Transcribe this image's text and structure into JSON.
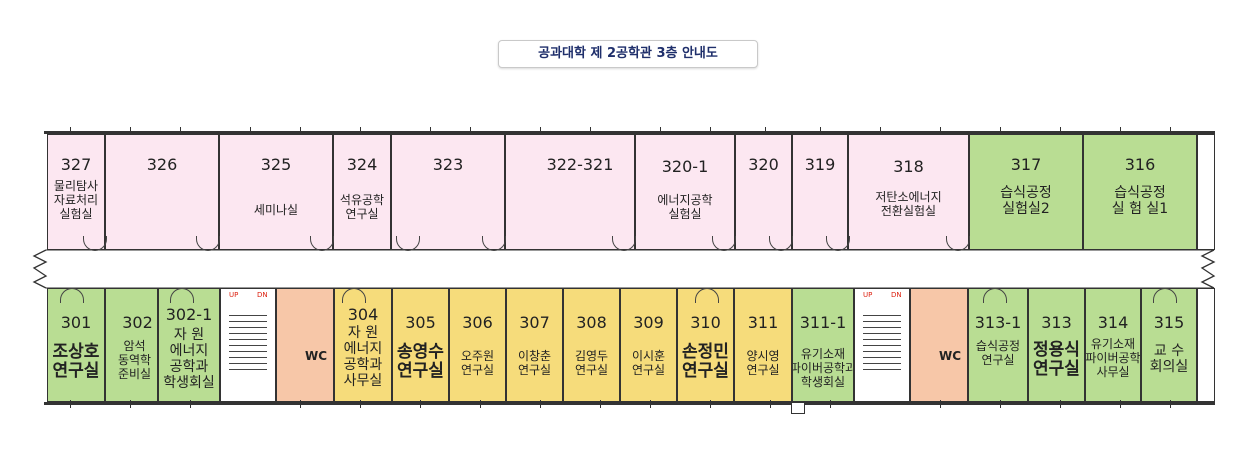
{
  "title": "공과대학 제 2공학관 3층 안내도",
  "colors": {
    "office": "#fce7f1",
    "lab": "#b9dd93",
    "prof": "#f6dc7b",
    "wc": "#f7c7a8"
  },
  "top_rooms": [
    {
      "num": "327",
      "label": "물리탐사\n자료처리\n실험실"
    },
    {
      "num": "326",
      "label": ""
    },
    {
      "num": "325",
      "label": "세미나실"
    },
    {
      "num": "324",
      "label": "석유공학\n연구실"
    },
    {
      "num": "323",
      "label": ""
    },
    {
      "num": "322-321",
      "label": ""
    },
    {
      "num": "320-1",
      "label": "에너지공학\n실험실"
    },
    {
      "num": "320",
      "label": ""
    },
    {
      "num": "319",
      "label": ""
    },
    {
      "num": "318",
      "label": "저탄소에너지\n전환실험실"
    },
    {
      "num": "317",
      "label": "습식공정\n실험실2"
    },
    {
      "num": "316",
      "label": "습식공정\n실 험 실1"
    }
  ],
  "bottom_rooms": [
    {
      "num": "301",
      "label": "조상호\n연구실"
    },
    {
      "num": "302",
      "label": "암석\n동역학\n준비실"
    },
    {
      "num": "302-1",
      "label": "자  원\n에너지\n공학과\n학생회실"
    },
    {
      "num": "304",
      "label": "자  원\n에너지\n공학과\n사무실"
    },
    {
      "num": "305",
      "label": "송영수\n연구실"
    },
    {
      "num": "306",
      "label": "오주원\n연구실"
    },
    {
      "num": "307",
      "label": "이창춘\n연구실"
    },
    {
      "num": "308",
      "label": "김영두\n연구실"
    },
    {
      "num": "309",
      "label": "이시훈\n연구실"
    },
    {
      "num": "310",
      "label": "손정민\n연구실"
    },
    {
      "num": "311",
      "label": "양시영\n연구실"
    },
    {
      "num": "311-1",
      "label": "유기소재\n파이버공학과\n학생회실"
    },
    {
      "num": "313-1",
      "label": "습식공정\n연구실"
    },
    {
      "num": "313",
      "label": "정용식\n연구실"
    },
    {
      "num": "314",
      "label": "유기소재\n파이버공학\n사무실"
    },
    {
      "num": "315",
      "label": "교  수\n회의실"
    }
  ],
  "wc_label": "WC",
  "stair_up": "UP",
  "stair_dn": "DN"
}
